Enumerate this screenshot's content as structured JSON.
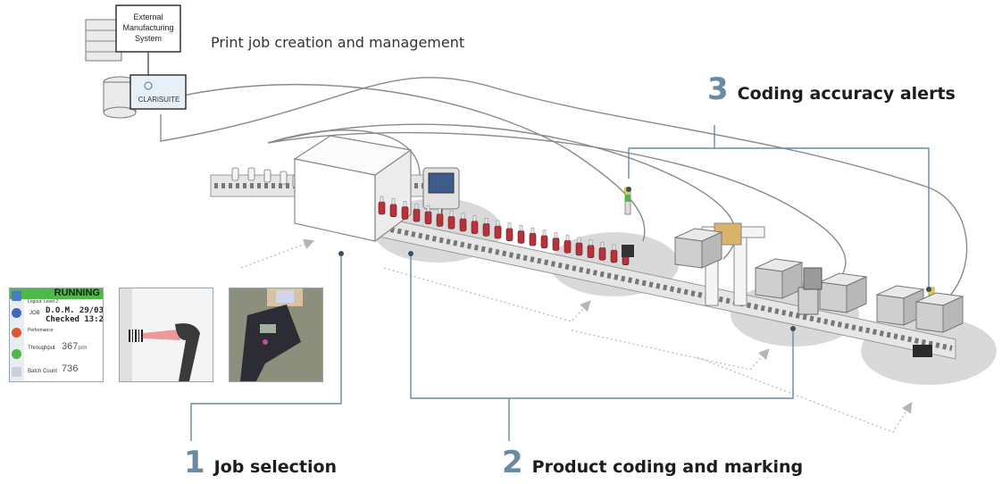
{
  "title_caption": "Print job creation and management",
  "server_label": [
    "External",
    "Manufacturing",
    "System"
  ],
  "software_label": "CLARiSUITE",
  "steps": [
    {
      "number": "1",
      "label": "Job selection"
    },
    {
      "number": "2",
      "label": "Product coding and marking"
    },
    {
      "number": "3",
      "label": "Coding accuracy alerts"
    }
  ],
  "hmi": {
    "status": "RUNNING",
    "logout": "Logout: Level 2",
    "job_label": "JOB",
    "job_line1": "D.O.M. 29/03",
    "job_line2": "Checked 13:2",
    "performance": "Performance",
    "throughput_label": "Throughput",
    "throughput_value": "367",
    "throughput_unit": "p/m",
    "batch_label": "Batch Count",
    "batch_value": "736"
  },
  "colors": {
    "accent": "#6a8aa2",
    "bottle": "#b8323a",
    "running": "#4eb848",
    "disc": "#d6d6d6",
    "conveyor": "#e6e6e6",
    "box": "#c9c9c9"
  }
}
